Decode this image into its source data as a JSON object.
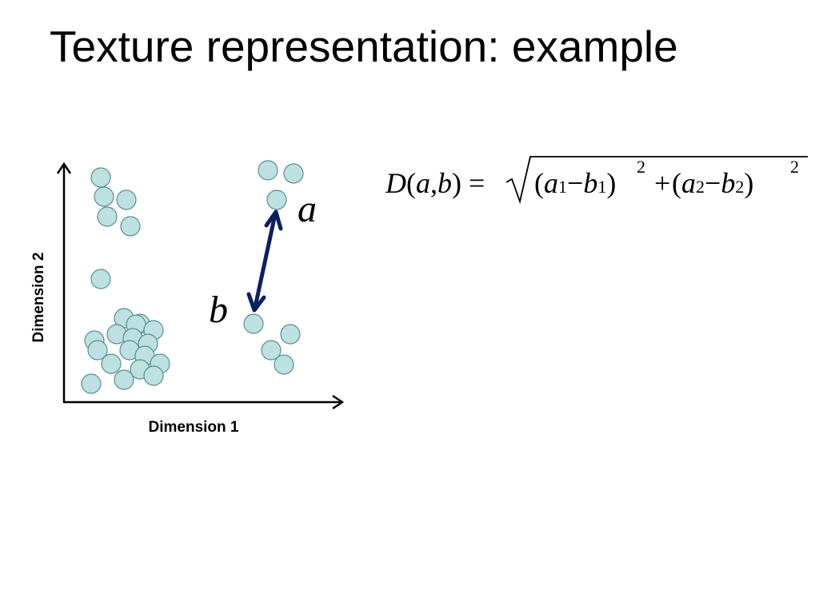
{
  "slide": {
    "title": "Texture representation: example"
  },
  "diagram": {
    "x_axis_label": "Dimension 1",
    "y_axis_label": "Dimension 2",
    "point_a_label": "a",
    "point_b_label": "b",
    "colors": {
      "point_fill": "#bde0e0",
      "point_stroke": "#5a8f95",
      "distance_arrow": "#0d1f63",
      "axis": "#000000"
    }
  },
  "formula": {
    "lhs": "D(a,b) =",
    "rhs_first_term": "(a1 − b1)",
    "rhs_second_term": "(a2 − b2)",
    "exponent": "2",
    "operator": "+"
  }
}
